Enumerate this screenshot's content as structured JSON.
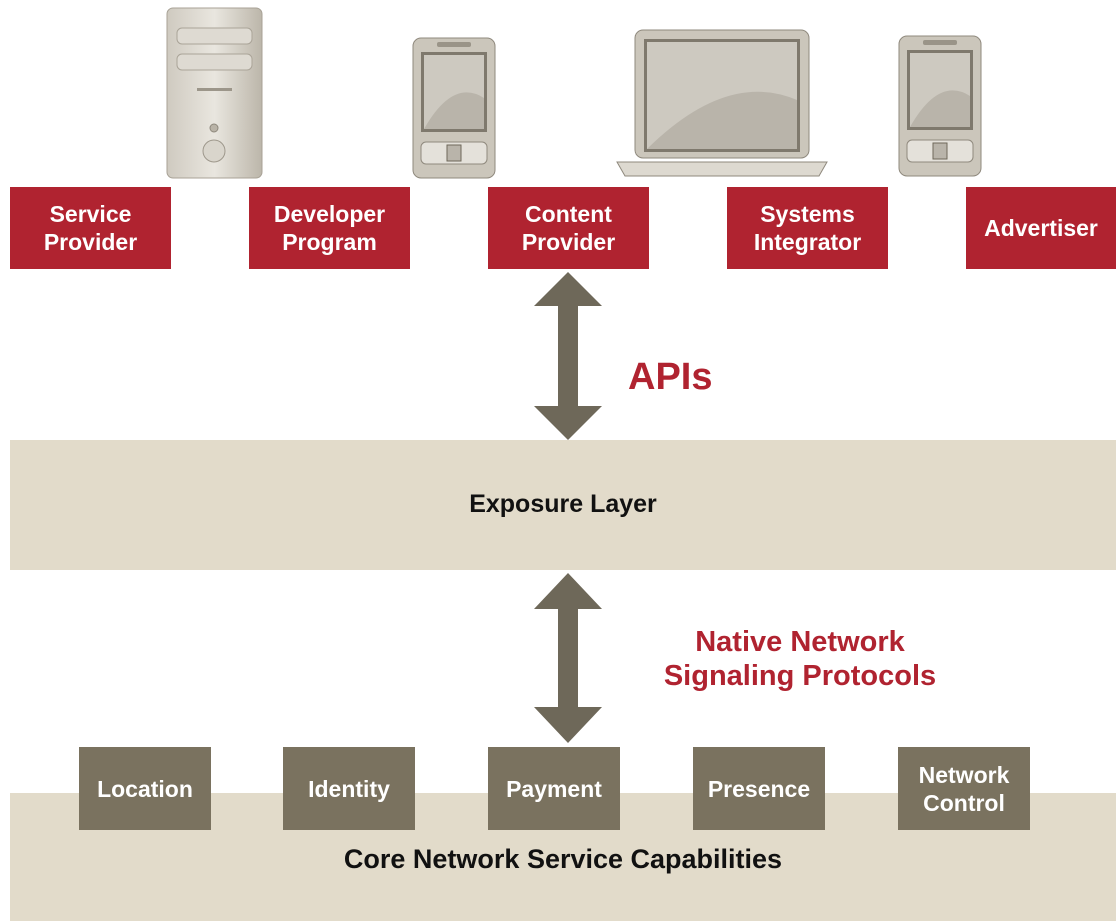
{
  "roles": [
    {
      "label": "Service\nProvider"
    },
    {
      "label": "Developer\nProgram"
    },
    {
      "label": "Content\nProvider"
    },
    {
      "label": "Systems\nIntegrator"
    },
    {
      "label": "Advertiser"
    }
  ],
  "apis_label": "APIs",
  "exposure_layer": "Exposure Layer",
  "protocols_label": "Native Network\nSignaling Protocols",
  "capabilities": [
    {
      "label": "Location"
    },
    {
      "label": "Identity"
    },
    {
      "label": "Payment"
    },
    {
      "label": "Presence"
    },
    {
      "label": "Network\nControl"
    }
  ],
  "core_label": "Core Network Service Capabilities",
  "colors": {
    "role_red": "#b02330",
    "band_beige": "#e2dbca",
    "capability_gray": "#7a725f",
    "arrow_gray": "#6e6859"
  },
  "devices": [
    "server-icon",
    "handheld-icon",
    "laptop-icon",
    "handheld-icon"
  ]
}
